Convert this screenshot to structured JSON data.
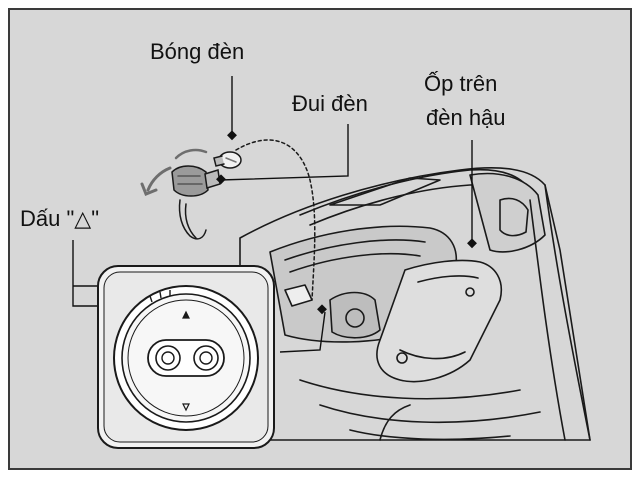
{
  "labels": {
    "bulb": "Bóng đèn",
    "socket": "Đui đèn",
    "cover_line1": "Ốp trên",
    "cover_line2": "đèn hậu",
    "mark": "Dấu \"△\""
  },
  "icons": [
    "bulb-icon",
    "socket-icon",
    "rotate-arrow-icon",
    "triangle-mark-icon"
  ],
  "colors": {
    "frame_bg": "#d7d7d7",
    "frame_border": "#3a3a3a",
    "line": "#1a1a1a",
    "inset_bg": "#e9e9e9",
    "arrow": "#6e6e6e"
  }
}
